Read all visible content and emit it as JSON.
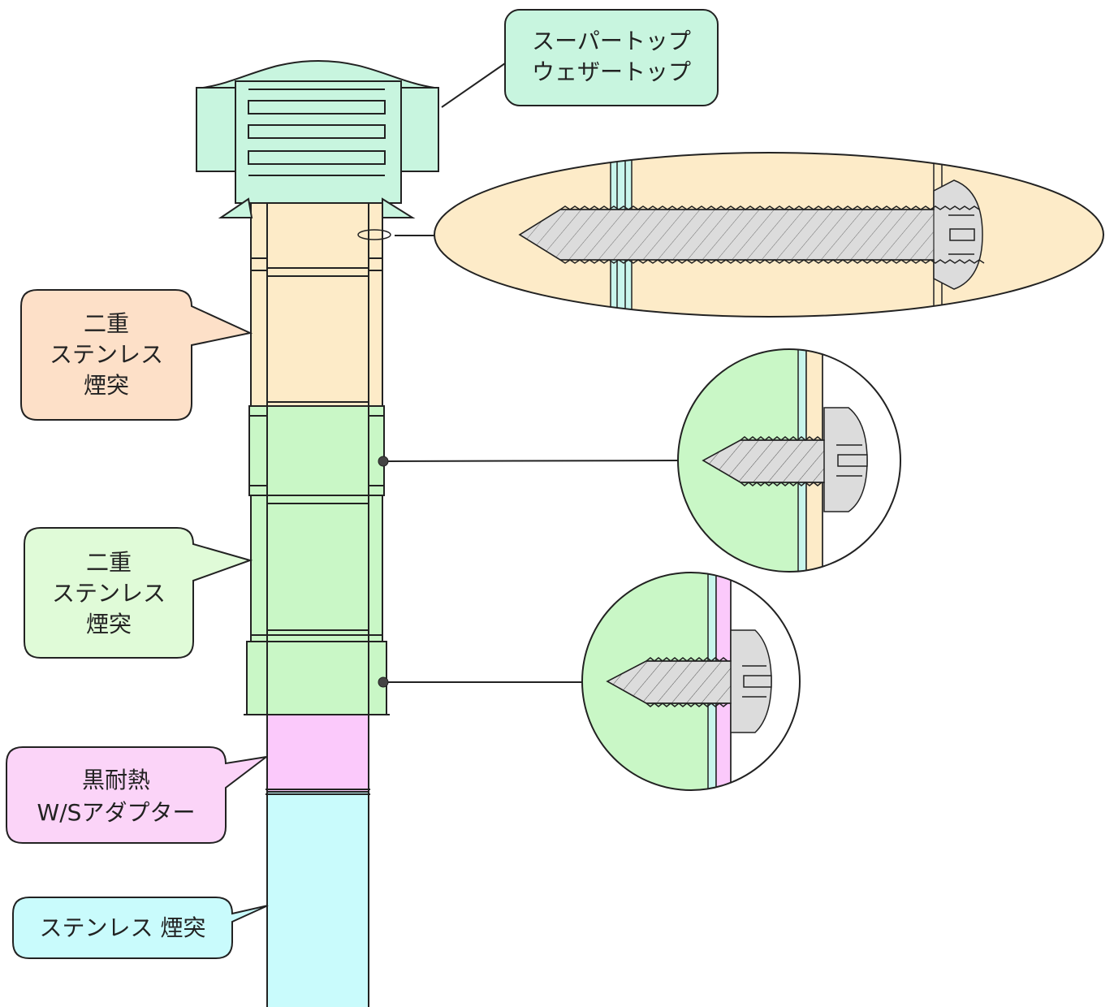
{
  "callouts": {
    "weather_top": {
      "line1": "スーパートップ",
      "line2": "ウェザートップ"
    },
    "double_stainless_upper": {
      "line1": "二重",
      "line2": "ステンレス",
      "line3": "煙突"
    },
    "double_stainless_lower": {
      "line1": "二重",
      "line2": "ステンレス",
      "line3": "煙突"
    },
    "adapter": {
      "line1": "黒耐熱",
      "line2": "W/Sアダプター"
    },
    "single_stainless": {
      "line1": "ステンレス 煙突"
    }
  },
  "colors": {
    "cap": "#c8f5df",
    "cream": "#fdebc8",
    "green": "#c9f7c6",
    "pink": "#fbc9fb",
    "cyan": "#c9fbfc",
    "screw": "#dcdcdc",
    "callout_weather": "#c8f5df",
    "callout_orange": "#fde0c8",
    "callout_green": "#e0fbd8",
    "callout_pink": "#fbd4f8",
    "callout_cyan": "#c9fbfc"
  },
  "icons": [
    "screw-icon"
  ]
}
